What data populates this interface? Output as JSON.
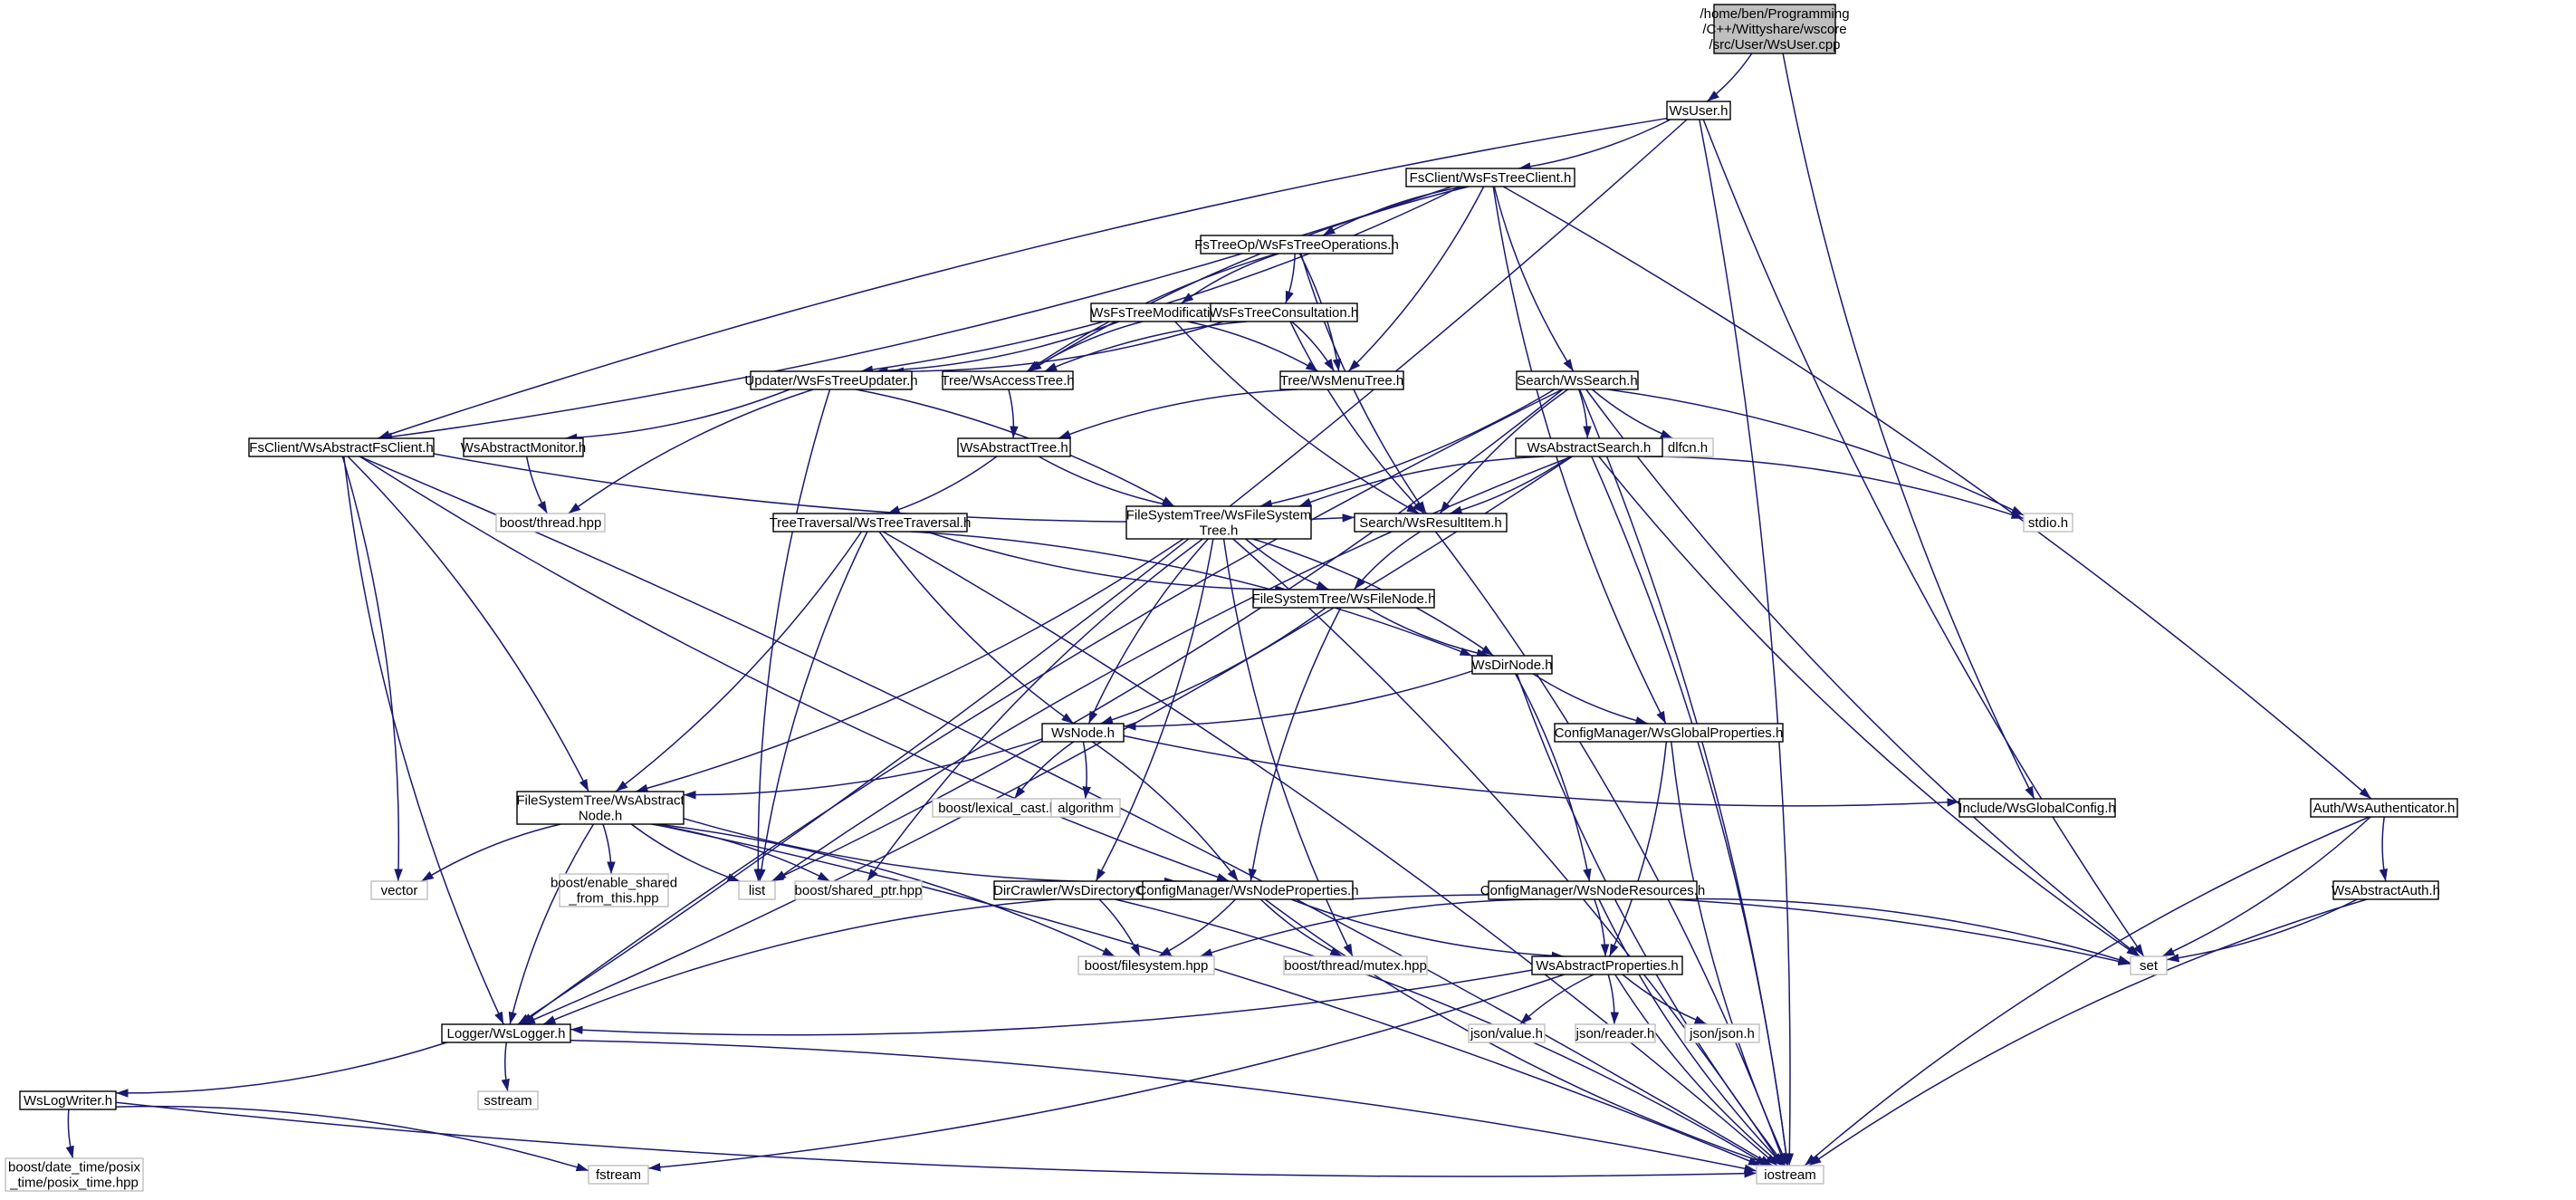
{
  "graph": {
    "colors": {
      "edge": "#191970",
      "node_border": "#000000",
      "external_border": "#bfbfbf",
      "root_fill": "#bfbfbf"
    },
    "nodes": [
      {
        "id": "root",
        "label": [
          "/home/ben/Programming",
          "/C++/Wittyshare/wscore",
          "/src/User/WsUser.cpp"
        ]
      },
      {
        "id": "wsuser",
        "label": [
          "WsUser.h"
        ]
      },
      {
        "id": "fstreeclient",
        "label": [
          "FsClient/WsFsTreeClient.h"
        ]
      },
      {
        "id": "fstreeops",
        "label": [
          "FsTreeOp/WsFsTreeOperations.h"
        ]
      },
      {
        "id": "treemod",
        "label": [
          "WsFsTreeModification.h"
        ]
      },
      {
        "id": "treecons",
        "label": [
          "WsFsTreeConsultation.h"
        ]
      },
      {
        "id": "updater",
        "label": [
          "Updater/WsFsTreeUpdater.h"
        ]
      },
      {
        "id": "accesstree",
        "label": [
          "Tree/WsAccessTree.h"
        ]
      },
      {
        "id": "menutree",
        "label": [
          "Tree/WsMenuTree.h"
        ]
      },
      {
        "id": "search",
        "label": [
          "Search/WsSearch.h"
        ]
      },
      {
        "id": "dlfcn",
        "label": [
          "dlfcn.h"
        ]
      },
      {
        "id": "absfsclient",
        "label": [
          "FsClient/WsAbstractFsClient.h"
        ]
      },
      {
        "id": "absmonitor",
        "label": [
          "WsAbstractMonitor.h"
        ]
      },
      {
        "id": "abstree",
        "label": [
          "WsAbstractTree.h"
        ]
      },
      {
        "id": "abssearch",
        "label": [
          "WsAbstractSearch.h"
        ]
      },
      {
        "id": "stdio",
        "label": [
          "stdio.h"
        ]
      },
      {
        "id": "boostthread",
        "label": [
          "boost/thread.hpp"
        ]
      },
      {
        "id": "treetrav",
        "label": [
          "TreeTraversal/WsTreeTraversal.h"
        ]
      },
      {
        "id": "fstree",
        "label": [
          "FileSystemTree/WsFileSystem",
          "Tree.h"
        ]
      },
      {
        "id": "resultitem",
        "label": [
          "Search/WsResultItem.h"
        ]
      },
      {
        "id": "filenode",
        "label": [
          "FileSystemTree/WsFileNode.h"
        ]
      },
      {
        "id": "dirnode",
        "label": [
          "WsDirNode.h"
        ]
      },
      {
        "id": "globalprops",
        "label": [
          "ConfigManager/WsGlobalProperties.h"
        ]
      },
      {
        "id": "wsnode",
        "label": [
          "WsNode.h"
        ]
      },
      {
        "id": "absnode",
        "label": [
          "FileSystemTree/WsAbstract",
          "Node.h"
        ]
      },
      {
        "id": "lexcast",
        "label": [
          "boost/lexical_cast.hpp"
        ]
      },
      {
        "id": "algorithm",
        "label": [
          "algorithm"
        ]
      },
      {
        "id": "globalconfig",
        "label": [
          "Include/WsGlobalConfig.h"
        ]
      },
      {
        "id": "authenticator",
        "label": [
          "Auth/WsAuthenticator.h"
        ]
      },
      {
        "id": "vector",
        "label": [
          "vector"
        ]
      },
      {
        "id": "enableshared",
        "label": [
          "boost/enable_shared",
          "_from_this.hpp"
        ]
      },
      {
        "id": "list",
        "label": [
          "list"
        ]
      },
      {
        "id": "sharedptr",
        "label": [
          "boost/shared_ptr.hpp"
        ]
      },
      {
        "id": "dircrawler",
        "label": [
          "DirCrawler/WsDirectoryCrawler.h"
        ]
      },
      {
        "id": "nodeprops",
        "label": [
          "ConfigManager/WsNodeProperties.h"
        ]
      },
      {
        "id": "noderes",
        "label": [
          "ConfigManager/WsNodeResources.h"
        ]
      },
      {
        "id": "absauth",
        "label": [
          "WsAbstractAuth.h"
        ]
      },
      {
        "id": "filesystem",
        "label": [
          "boost/filesystem.hpp"
        ]
      },
      {
        "id": "mutex",
        "label": [
          "boost/thread/mutex.hpp"
        ]
      },
      {
        "id": "absprops",
        "label": [
          "WsAbstractProperties.h"
        ]
      },
      {
        "id": "set",
        "label": [
          "set"
        ]
      },
      {
        "id": "logger",
        "label": [
          "Logger/WsLogger.h"
        ]
      },
      {
        "id": "jsonvalue",
        "label": [
          "json/value.h"
        ]
      },
      {
        "id": "jsonreader",
        "label": [
          "json/reader.h"
        ]
      },
      {
        "id": "jsonjson",
        "label": [
          "json/json.h"
        ]
      },
      {
        "id": "sstream",
        "label": [
          "sstream"
        ]
      },
      {
        "id": "logwriter",
        "label": [
          "WsLogWriter.h"
        ]
      },
      {
        "id": "posixtime",
        "label": [
          "boost/date_time/posix",
          "_time/posix_time.hpp"
        ]
      },
      {
        "id": "fstream",
        "label": [
          "fstream"
        ]
      },
      {
        "id": "iostream",
        "label": [
          "iostream"
        ]
      }
    ],
    "edges": [
      [
        "root",
        "wsuser"
      ],
      [
        "root",
        "globalconfig"
      ],
      [
        "wsuser",
        "fstreeclient"
      ],
      [
        "wsuser",
        "absfsclient"
      ],
      [
        "wsuser",
        "logger"
      ],
      [
        "wsuser",
        "set"
      ],
      [
        "wsuser",
        "iostream"
      ],
      [
        "fstreeclient",
        "fstreeops"
      ],
      [
        "fstreeclient",
        "updater"
      ],
      [
        "fstreeclient",
        "accesstree"
      ],
      [
        "fstreeclient",
        "menutree"
      ],
      [
        "fstreeclient",
        "search"
      ],
      [
        "fstreeclient",
        "absfsclient"
      ],
      [
        "fstreeclient",
        "globalprops"
      ],
      [
        "fstreeclient",
        "authenticator"
      ],
      [
        "fstreeops",
        "treemod"
      ],
      [
        "fstreeops",
        "treecons"
      ],
      [
        "fstreeops",
        "accesstree"
      ],
      [
        "fstreeops",
        "menutree"
      ],
      [
        "fstreeops",
        "resultitem"
      ],
      [
        "treemod",
        "updater"
      ],
      [
        "treemod",
        "accesstree"
      ],
      [
        "treemod",
        "menutree"
      ],
      [
        "treemod",
        "resultitem"
      ],
      [
        "treecons",
        "updater"
      ],
      [
        "treecons",
        "accesstree"
      ],
      [
        "treecons",
        "menutree"
      ],
      [
        "treecons",
        "resultitem"
      ],
      [
        "updater",
        "absmonitor"
      ],
      [
        "updater",
        "boostthread"
      ],
      [
        "updater",
        "fstree"
      ],
      [
        "updater",
        "list"
      ],
      [
        "accesstree",
        "abstree"
      ],
      [
        "menutree",
        "abstree"
      ],
      [
        "search",
        "abssearch"
      ],
      [
        "search",
        "dlfcn"
      ],
      [
        "search",
        "stdio"
      ],
      [
        "search",
        "resultitem"
      ],
      [
        "search",
        "fstree"
      ],
      [
        "search",
        "logger"
      ],
      [
        "search",
        "list"
      ],
      [
        "search",
        "set"
      ],
      [
        "search",
        "iostream"
      ],
      [
        "absfsclient",
        "resultitem"
      ],
      [
        "absfsclient",
        "absnode"
      ],
      [
        "absfsclient",
        "nodeprops"
      ],
      [
        "absfsclient",
        "vector"
      ],
      [
        "absfsclient",
        "logger"
      ],
      [
        "absfsclient",
        "iostream"
      ],
      [
        "absmonitor",
        "boostthread"
      ],
      [
        "abstree",
        "treetrav"
      ],
      [
        "abstree",
        "fstree"
      ],
      [
        "abssearch",
        "resultitem"
      ],
      [
        "abssearch",
        "fstree"
      ],
      [
        "abssearch",
        "stdio"
      ],
      [
        "abssearch",
        "list"
      ],
      [
        "abssearch",
        "logger"
      ],
      [
        "abssearch",
        "set"
      ],
      [
        "abssearch",
        "iostream"
      ],
      [
        "treetrav",
        "filenode"
      ],
      [
        "treetrav",
        "dirnode"
      ],
      [
        "treetrav",
        "wsnode"
      ],
      [
        "treetrav",
        "absnode"
      ],
      [
        "treetrav",
        "list"
      ],
      [
        "treetrav",
        "iostream"
      ],
      [
        "fstree",
        "filenode"
      ],
      [
        "fstree",
        "dirnode"
      ],
      [
        "fstree",
        "wsnode"
      ],
      [
        "fstree",
        "absnode"
      ],
      [
        "fstree",
        "sharedptr"
      ],
      [
        "fstree",
        "dircrawler"
      ],
      [
        "fstree",
        "mutex"
      ],
      [
        "fstree",
        "iostream"
      ],
      [
        "resultitem",
        "filenode"
      ],
      [
        "resultitem",
        "iostream"
      ],
      [
        "filenode",
        "dirnode"
      ],
      [
        "filenode",
        "wsnode"
      ],
      [
        "filenode",
        "nodeprops"
      ],
      [
        "dirnode",
        "wsnode"
      ],
      [
        "dirnode",
        "globalprops"
      ],
      [
        "dirnode",
        "noderes"
      ],
      [
        "dirnode",
        "iostream"
      ],
      [
        "globalprops",
        "absprops"
      ],
      [
        "globalprops",
        "iostream"
      ],
      [
        "wsnode",
        "absnode"
      ],
      [
        "wsnode",
        "lexcast"
      ],
      [
        "wsnode",
        "algorithm"
      ],
      [
        "wsnode",
        "globalconfig"
      ],
      [
        "wsnode",
        "nodeprops"
      ],
      [
        "absnode",
        "vector"
      ],
      [
        "absnode",
        "enableshared"
      ],
      [
        "absnode",
        "list"
      ],
      [
        "absnode",
        "sharedptr"
      ],
      [
        "absnode",
        "nodeprops"
      ],
      [
        "absnode",
        "filesystem"
      ],
      [
        "absnode",
        "logger"
      ],
      [
        "absnode",
        "iostream"
      ],
      [
        "authenticator",
        "absauth"
      ],
      [
        "authenticator",
        "set"
      ],
      [
        "authenticator",
        "iostream"
      ],
      [
        "dircrawler",
        "filesystem"
      ],
      [
        "dircrawler",
        "logger"
      ],
      [
        "dircrawler",
        "iostream"
      ],
      [
        "nodeprops",
        "absprops"
      ],
      [
        "nodeprops",
        "filesystem"
      ],
      [
        "nodeprops",
        "mutex"
      ],
      [
        "nodeprops",
        "set"
      ],
      [
        "nodeprops",
        "iostream"
      ],
      [
        "noderes",
        "absprops"
      ],
      [
        "noderes",
        "filesystem"
      ],
      [
        "noderes",
        "set"
      ],
      [
        "noderes",
        "iostream"
      ],
      [
        "absauth",
        "set"
      ],
      [
        "absauth",
        "iostream"
      ],
      [
        "absprops",
        "logger"
      ],
      [
        "absprops",
        "jsonvalue"
      ],
      [
        "absprops",
        "jsonreader"
      ],
      [
        "absprops",
        "jsonjson"
      ],
      [
        "absprops",
        "fstream"
      ],
      [
        "absprops",
        "iostream"
      ],
      [
        "logger",
        "logwriter"
      ],
      [
        "logger",
        "sstream"
      ],
      [
        "logger",
        "iostream"
      ],
      [
        "logwriter",
        "posixtime"
      ],
      [
        "logwriter",
        "fstream"
      ],
      [
        "logwriter",
        "iostream"
      ]
    ]
  }
}
